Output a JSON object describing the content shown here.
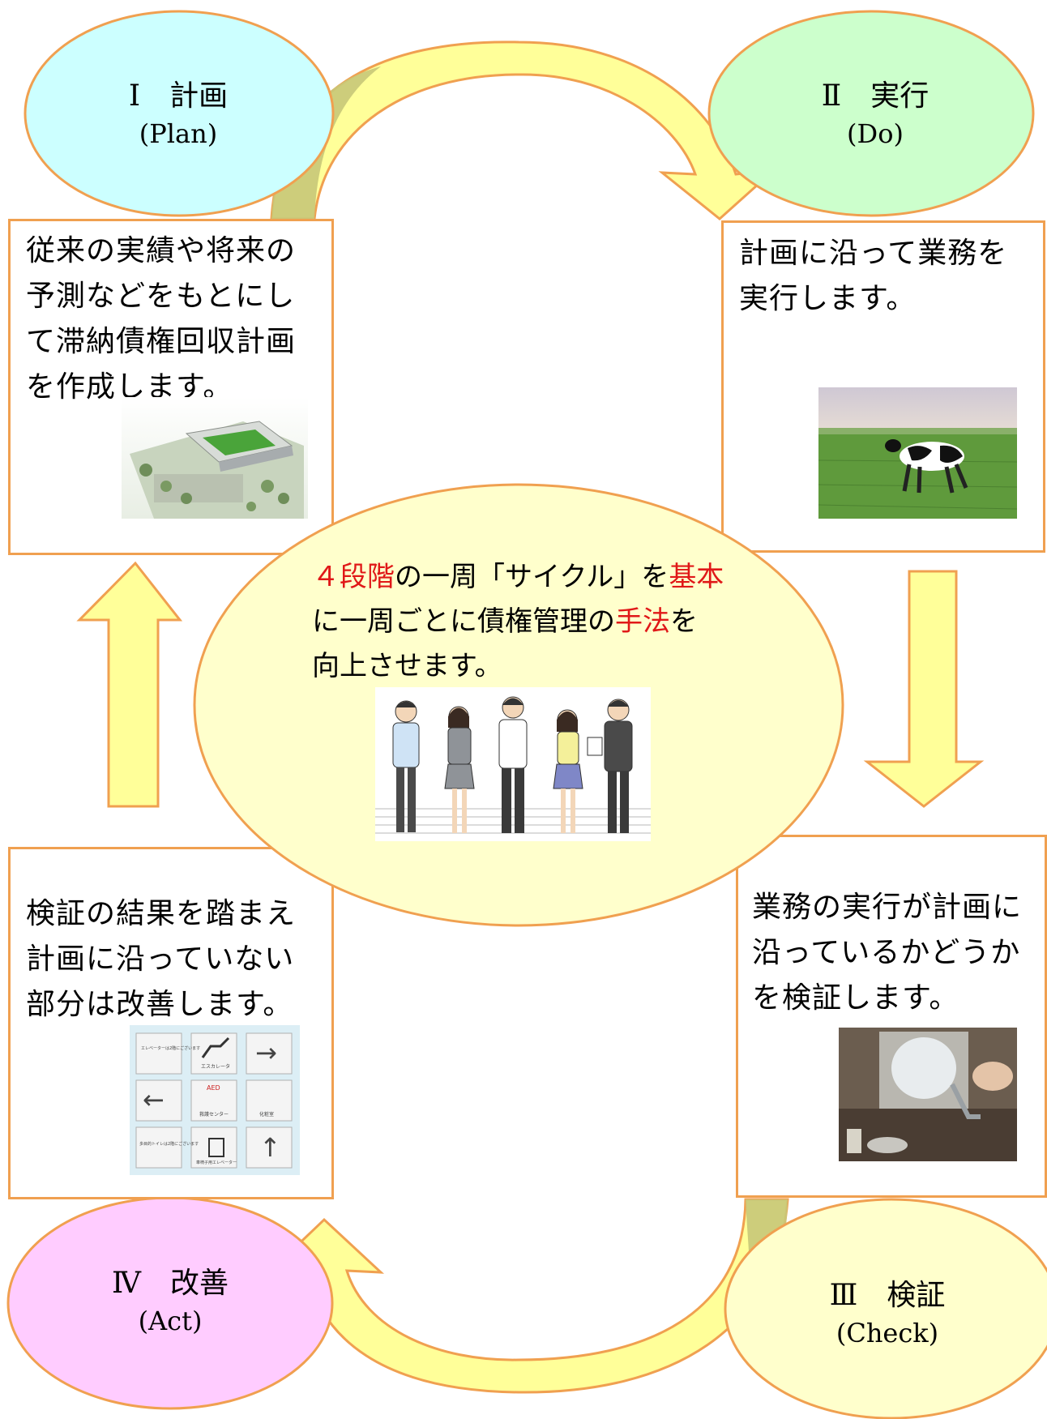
{
  "phases": {
    "plan": {
      "title": "Ⅰ　計画",
      "subtitle": "(Plan)",
      "color": "#ccffff",
      "text": [
        "従来の実績や将来の",
        "予測などをもとにし",
        "て滞納債権回収計画",
        "を作成します。"
      ]
    },
    "do": {
      "title": "Ⅱ　実行",
      "subtitle": "(Do)",
      "color": "#ccffcc",
      "text": [
        "計画に沿って業務を",
        "実行します。"
      ]
    },
    "check": {
      "title": "Ⅲ　検証",
      "subtitle": "(Check)",
      "color": "#ffffcc",
      "text": [
        "業務の実行が計画に",
        "沿っているかどうか",
        "を検証します。"
      ]
    },
    "act": {
      "title": "Ⅳ　改善",
      "subtitle": "(Act)",
      "color": "#ffccff",
      "text": [
        "検証の結果を踏まえ",
        "計画に沿っていない",
        "部分は改善します。"
      ]
    }
  },
  "center": {
    "line1": {
      "a": "４段階",
      "b": "の一周「サイクル」を",
      "c": "基本"
    },
    "line2": {
      "a": "に一周ごとに債権管理の",
      "b": "手法",
      "c": "を"
    },
    "line3": "向上させます。",
    "color": "#ffffcc",
    "highlight_color": "#e01818"
  },
  "colors": {
    "border": "#f0a050",
    "arrow_fill": "#ffff99",
    "arrow_shade": "#c8c878"
  },
  "signboard": {
    "cells": [
      "エレベーターは2階にございます",
      "エスカレータ",
      "→",
      "←",
      "AED",
      "救護センター",
      "化粧室",
      "多目的トイレは2階にございます",
      "車椅子用エレベーター",
      "↑"
    ]
  }
}
